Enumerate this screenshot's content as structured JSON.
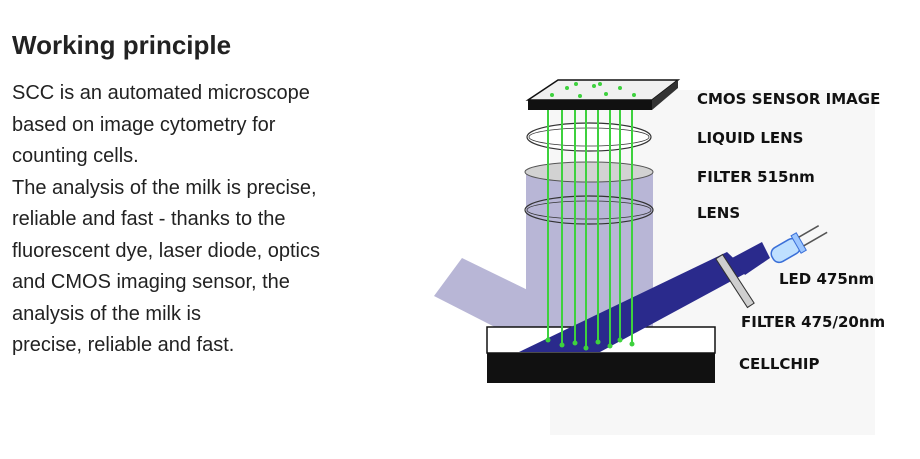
{
  "slide": {
    "title": "Working principle",
    "paragraph_lines": [
      "SCC is an automated microscope",
      "based on image cytometry for",
      "counting cells.",
      "The analysis of the milk is precise,",
      "reliable and fast - thanks to the",
      "fluorescent dye, laser diode, optics",
      "and CMOS imaging sensor, the",
      "analysis of the milk is",
      "precise, reliable and fast."
    ]
  },
  "diagram": {
    "labels": {
      "cmos": "CMOS SENSOR IMAGE",
      "liquid_lens": "LIQUID LENS",
      "filter_515": "FILTER 515nm",
      "lens": "LENS",
      "led": "LED 475nm",
      "filter_475": "FILTER 475/20nm",
      "cellchip": "CELLCHIP"
    },
    "colors": {
      "excitation_beam": "#2a2a8c",
      "emission_beam": "#b8b6d6",
      "fluorescence_rays": "#3ed13e",
      "cellchip": "#111111"
    }
  }
}
